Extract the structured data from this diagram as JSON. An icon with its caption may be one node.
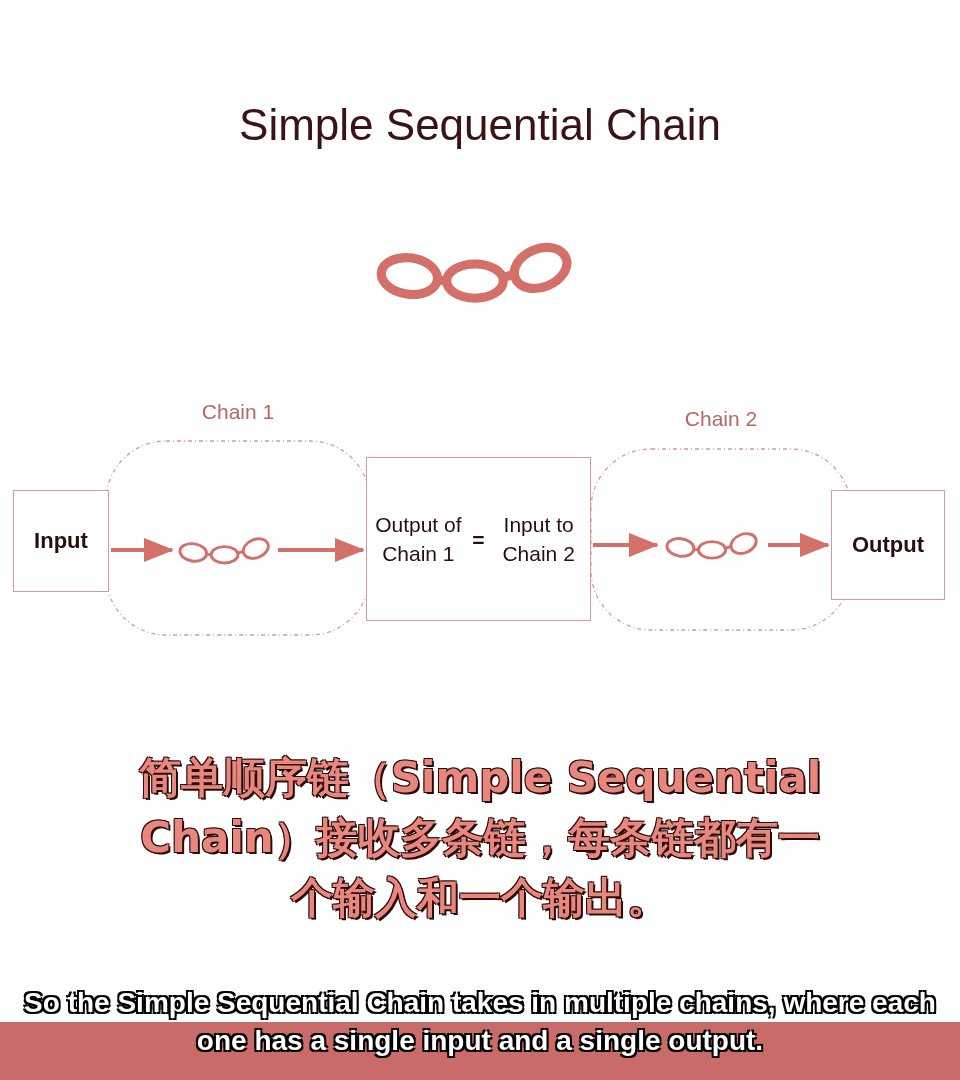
{
  "diagram": {
    "title": "Simple Sequential Chain",
    "nodes": [
      {
        "text": [
          "Input"
        ]
      },
      {
        "text": [
          "Chain 1"
        ]
      },
      {
        "text": [],
        "shape": "picture",
        "in": 1
      },
      {
        "text": [
          "Output of Chain 1",
          "=",
          "Input to Chain 2"
        ]
      },
      {
        "text": [
          "Chain 2"
        ]
      },
      {
        "text": [],
        "shape": "picture",
        "in": 4
      },
      {
        "text": [
          "Output"
        ]
      }
    ],
    "edges": [
      {
        "from": 0,
        "to": 2,
        "arrow": "to"
      },
      {
        "from": 2,
        "to": 3,
        "arrow": "to"
      },
      {
        "from": 3,
        "to": 5,
        "arrow": "to"
      },
      {
        "from": 5,
        "to": 6,
        "arrow": "to"
      }
    ],
    "labels": [
      "简单顺序链（Simple Sequential Chain）接收多条链，每条链都有一个输入和一个输出。",
      "So the Simple Sequential Chain takes in multiple chains, where each one has a single input and a single output."
    ]
  }
}
